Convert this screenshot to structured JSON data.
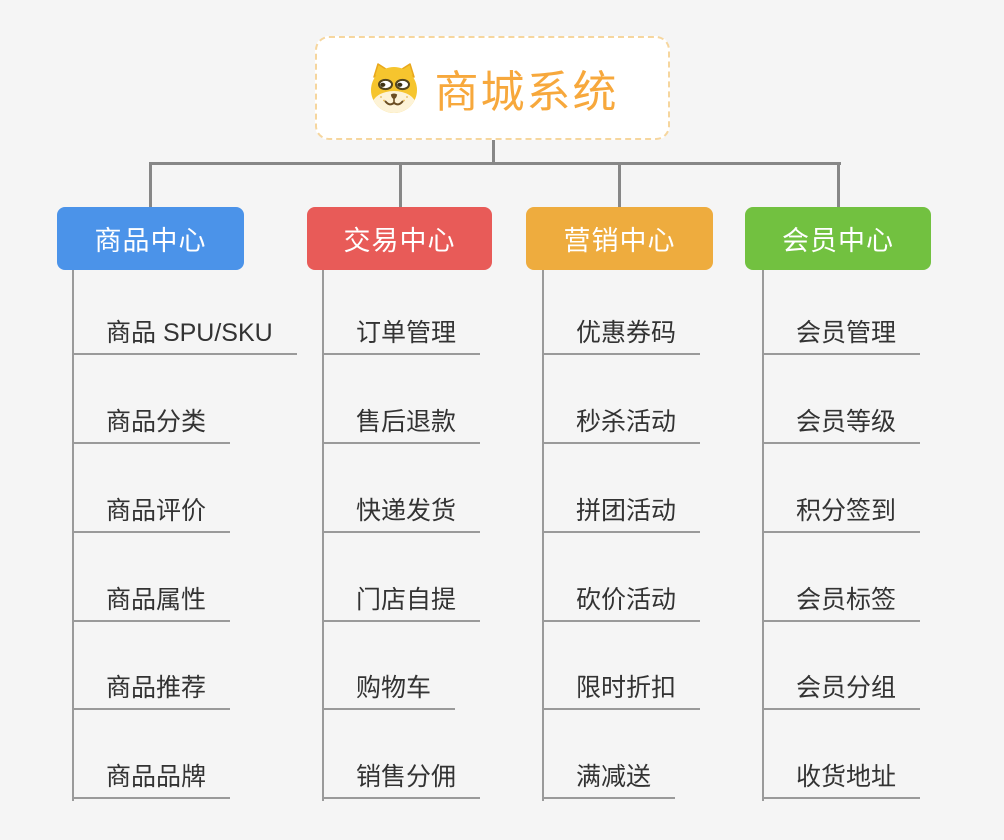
{
  "root": {
    "title": "商城系统",
    "icon": "doge-icon",
    "title_color": "#f7a83c",
    "border_color": "#f6d69e"
  },
  "branches": [
    {
      "label": "商品中心",
      "color": "#4b93e9",
      "items": [
        "商品 SPU/SKU",
        "商品分类",
        "商品评价",
        "商品属性",
        "商品推荐",
        "商品品牌"
      ]
    },
    {
      "label": "交易中心",
      "color": "#e85b58",
      "items": [
        "订单管理",
        "售后退款",
        "快递发货",
        "门店自提",
        "购物车",
        "销售分佣"
      ]
    },
    {
      "label": "营销中心",
      "color": "#eeac3e",
      "items": [
        "优惠券码",
        "秒杀活动",
        "拼团活动",
        "砍价活动",
        "限时折扣",
        "满减送"
      ]
    },
    {
      "label": "会员中心",
      "color": "#72c140",
      "items": [
        "会员管理",
        "会员等级",
        "积分签到",
        "会员标签",
        "会员分组",
        "收货地址"
      ]
    }
  ],
  "colors": {
    "background": "#f5f5f5",
    "connector": "#878787",
    "spine": "#9a9a9a",
    "leaf_text": "#333333",
    "branch_text": "#ffffff"
  }
}
